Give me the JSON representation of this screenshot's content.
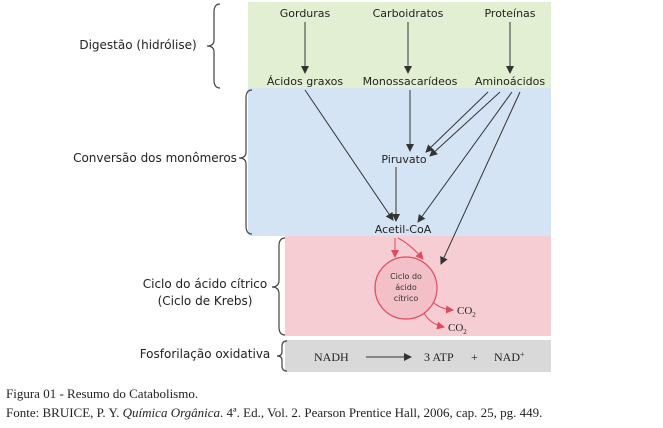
{
  "stages": [
    {
      "label": "Digestão (hidrólise)"
    },
    {
      "label": "Conversão dos monômeros"
    },
    {
      "label_line1": "Ciclo do ácido cítrico",
      "label_line2": "(Ciclo de Krebs)"
    },
    {
      "label": "Fosforilação oxidativa"
    }
  ],
  "nodes": {
    "gorduras": "Gorduras",
    "carboidratos": "Carboidratos",
    "proteinas": "Proteínas",
    "acidos_graxos": "Ácidos graxos",
    "monossacarideos": "Monossacarídeos",
    "aminoacidos": "Aminoácidos",
    "piruvato": "Piruvato",
    "acetil_coa": "Acetil-CoA",
    "cycle_line1": "Ciclo do",
    "cycle_line2": "ácido",
    "cycle_line3": "cítrico",
    "co2": "CO",
    "co2_sub": "2"
  },
  "oxphos": {
    "nadh": "NADH",
    "atp": "3 ATP",
    "plus": "+",
    "nad": "NAD",
    "nad_sup": "+"
  },
  "caption": {
    "line1": "Figura 01 - Resumo do Catabolismo.",
    "line2_pre": "Fonte: BRUICE, P. Y. ",
    "line2_italic": "Química Orgânica",
    "line2_post": ". 4ª. Ed.,  Vol. 2. Pearson Prentice Hall, 2006, cap. 25, pg. 449."
  },
  "colors": {
    "digestion": "#e3efd3",
    "conversion": "#d5e4f4",
    "krebs": "#f6cdd3",
    "oxphos": "#d9d9d9",
    "arrow": "#333333",
    "cycle_arrow": "#e04a5e"
  }
}
